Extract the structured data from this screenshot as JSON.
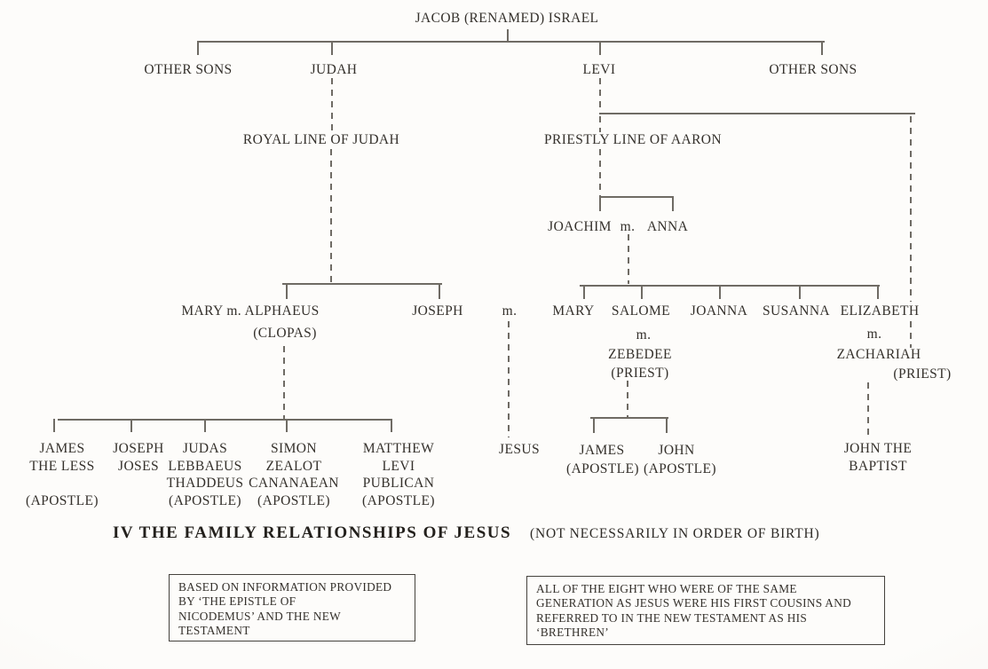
{
  "colors": {
    "ink": "#34302b",
    "line": "#6f6b64",
    "paper": "#fbfaf7"
  },
  "tree": {
    "jacob": "JACOB (RENAMED) ISRAEL",
    "other_sons_left": "OTHER SONS",
    "judah": "JUDAH",
    "levi": "LEVI",
    "other_sons_right": "OTHER SONS",
    "royal_line": "ROYAL LINE OF JUDAH",
    "priestly_line": "PRIESTLY LINE OF AARON",
    "joachim": "JOACHIM",
    "joachim_m": "m.",
    "anna": "ANNA",
    "mary_alphaeus": "MARY m. ALPHAEUS",
    "clopas": "(CLOPAS)",
    "joseph": "JOSEPH",
    "joseph_m": "m.",
    "mary": "MARY",
    "salome": "SALOME",
    "salome_m": "m.",
    "zebedee": "ZEBEDEE",
    "zebedee_priest": "(PRIEST)",
    "joanna": "JOANNA",
    "susanna": "SUSANNA",
    "elizabeth": "ELIZABETH",
    "elizabeth_m": "m.",
    "zachariah": "ZACHARIAH",
    "zachariah_priest": "(PRIEST)",
    "jesus": "JESUS",
    "james_apostle": "JAMES",
    "james_apostle_tag": "(APOSTLE)",
    "john_apostle": "JOHN",
    "john_apostle_tag": "(APOSTLE)",
    "john_the_baptist": "JOHN THE BAPTIST",
    "children": [
      [
        "JAMES",
        "THE LESS",
        "",
        "(APOSTLE)"
      ],
      [
        "JOSEPH",
        "JOSES"
      ],
      [
        "JUDAS",
        "LEBBAEUS",
        "THADDEUS",
        "(APOSTLE)"
      ],
      [
        "SIMON",
        "ZEALOT",
        "CANANAEAN",
        "(APOSTLE)"
      ],
      [
        "MATTHEW",
        "LEVI",
        "PUBLICAN",
        "(APOSTLE)"
      ]
    ]
  },
  "caption": {
    "heading": "IV THE FAMILY RELATIONSHIPS OF JESUS",
    "subheading": "(NOT NECESSARILY IN ORDER OF BIRTH)"
  },
  "notes": {
    "left_lines": [
      "BASED ON INFORMATION PROVIDED",
      "BY ‘THE EPISTLE OF",
      "NICODEMUS’ AND THE NEW",
      "TESTAMENT"
    ],
    "right_lines": [
      "ALL OF THE EIGHT WHO WERE OF THE SAME",
      "GENERATION AS JESUS WERE HIS FIRST COUSINS AND",
      "REFERRED TO IN THE NEW TESTAMENT AS HIS",
      "‘BRETHREN’"
    ]
  }
}
